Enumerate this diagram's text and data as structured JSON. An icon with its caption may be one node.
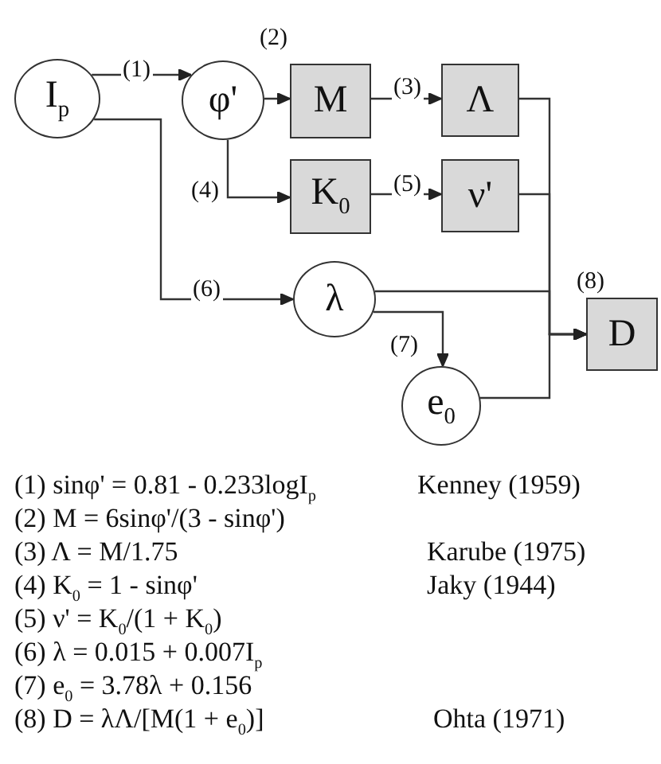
{
  "diagram": {
    "nodes": [
      {
        "text": [
          "I$_{p}$"
        ]
      },
      {
        "text": [
          "φ'"
        ]
      },
      {
        "text": [
          "M"
        ],
        "beside": [
          "(2)"
        ]
      },
      {
        "text": [
          "Λ"
        ]
      },
      {
        "text": [
          "K$_{0}$"
        ]
      },
      {
        "text": [
          "ν'"
        ]
      },
      {
        "text": [
          "λ"
        ]
      },
      {
        "text": [
          "e$_{0}$"
        ]
      },
      {
        "text": [
          "D"
        ],
        "beside": [
          "(8)"
        ]
      }
    ],
    "edges": [
      {
        "from": 0,
        "to": 1,
        "arrow": "to",
        "label": "(1)"
      },
      {
        "from": 1,
        "to": 2,
        "arrow": "to"
      },
      {
        "from": 2,
        "to": 3,
        "arrow": "to",
        "label": "(3)"
      },
      {
        "from": 1,
        "to": 4,
        "arrow": "to",
        "label": "(4)"
      },
      {
        "from": 4,
        "to": 5,
        "arrow": "to",
        "label": "(5)"
      },
      {
        "from": 0,
        "to": 6,
        "arrow": "to",
        "label": "(6)"
      },
      {
        "from": 6,
        "to": 7,
        "arrow": "to",
        "label": "(7)"
      },
      {
        "from": 3,
        "to": 8,
        "arrow": "to"
      },
      {
        "from": 5,
        "to": 8,
        "arrow": "to"
      },
      {
        "from": 6,
        "to": 8,
        "arrow": "to"
      },
      {
        "from": 7,
        "to": 8,
        "arrow": "to"
      }
    ],
    "labels": [
      "(1) sinφ' = 0.81 - 0.233logI$_{p}$",
      "Kenney (1959)",
      "(2) M = 6sinφ'/(3 - sinφ')",
      "(3) Λ = M/1.75",
      "Karube (1975)",
      "(4) K$_{0}$ = 1 - sinφ'",
      "Jaky (1944)",
      "(5) ν' = K$_{0}$/(1 + K$_{0}$)",
      "(6) λ = 0.015 + 0.007I$_{p}$",
      "(7) e$_{0}$ = 3.78λ + 0.156",
      "(8) D = λΛ/[M(1 + e$_{0}$)]",
      "Ohta (1971)"
    ]
  }
}
